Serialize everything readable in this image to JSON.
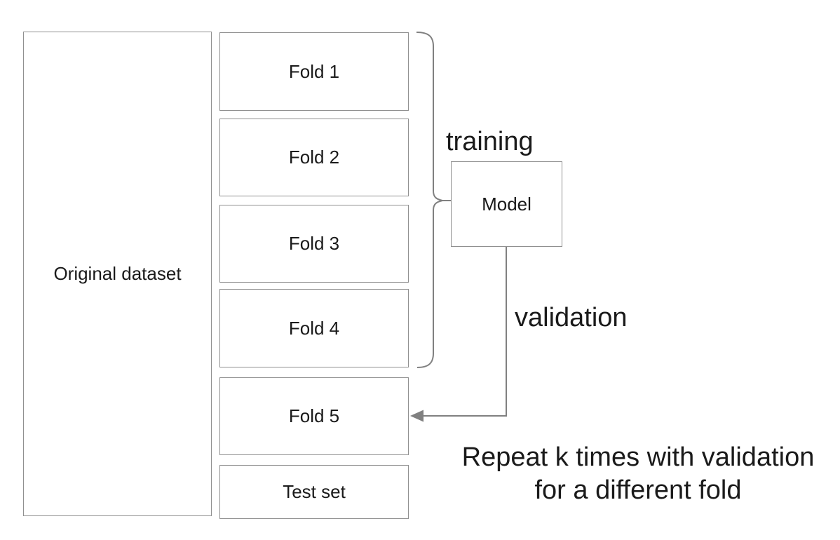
{
  "diagram": {
    "original_dataset": {
      "label": "Original dataset"
    },
    "folds": [
      {
        "label": "Fold 1"
      },
      {
        "label": "Fold 2"
      },
      {
        "label": "Fold 3"
      },
      {
        "label": "Fold 4"
      },
      {
        "label": "Fold 5"
      }
    ],
    "test_set": {
      "label": "Test set"
    },
    "model": {
      "label": "Model"
    },
    "annotations": {
      "training": "training",
      "validation": "validation",
      "repeat_line1": "Repeat k times with validation",
      "repeat_line2": "for a different fold"
    },
    "colors": {
      "background": "#ffffff",
      "box_border": "#909090",
      "connector": "#808080",
      "text": "#1a1a1a"
    }
  }
}
